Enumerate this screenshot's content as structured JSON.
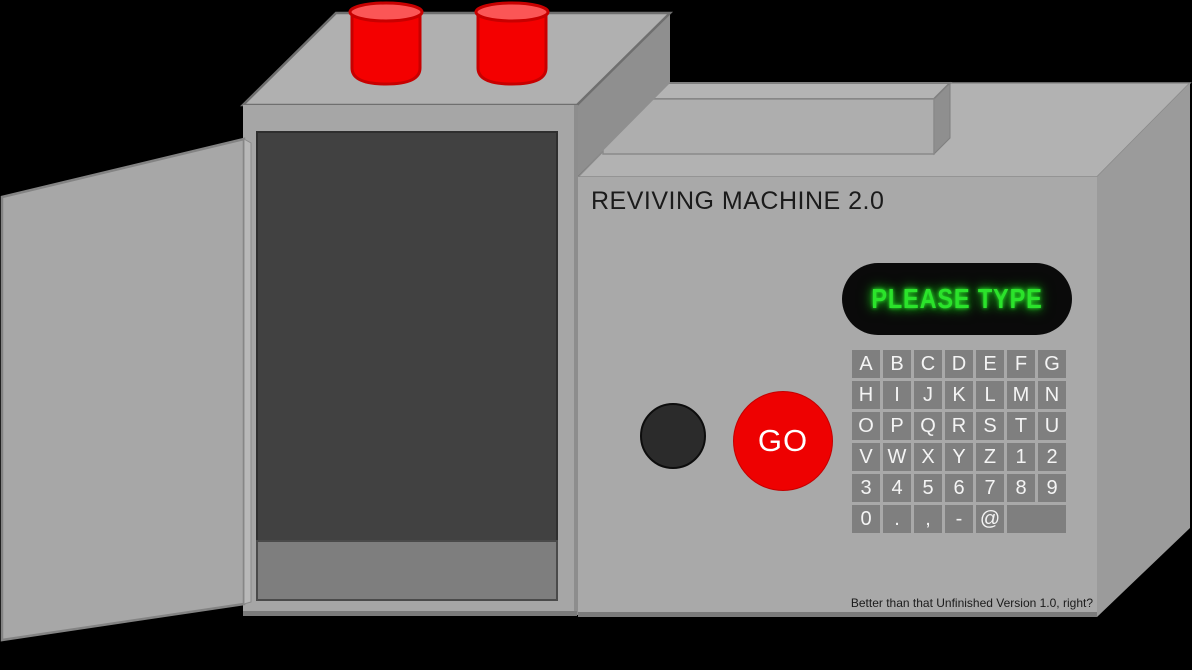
{
  "machine": {
    "title": "REVIVING MACHINE 2.0",
    "display_text": "PLEASE TYPE",
    "go_button_label": "GO",
    "caption": "Better than that Unfinished Version 1.0, right?",
    "keyboard": {
      "rows": [
        [
          "A",
          "B",
          "C",
          "D",
          "E",
          "F",
          "G"
        ],
        [
          "H",
          "I",
          "J",
          "K",
          "L",
          "M",
          "N"
        ],
        [
          "O",
          "P",
          "Q",
          "R",
          "S",
          "T",
          "U"
        ],
        [
          "V",
          "W",
          "X",
          "Y",
          "Z",
          "1",
          "2"
        ],
        [
          "3",
          "4",
          "5",
          "6",
          "7",
          "8",
          "9"
        ],
        [
          "0",
          ".",
          ",",
          "-",
          "@",
          ""
        ]
      ]
    },
    "colors": {
      "body_gray": "#a7a7a7",
      "top_gray": "#b2b2b2",
      "side_gray": "#949494",
      "chamber_dark": "#414141",
      "chamber_floor": "#7e7e7e",
      "key_gray": "#7f7f7f",
      "cylinder_red": "#f40000",
      "cylinder_top_red": "#fb5656",
      "go_red": "#ee0101",
      "knob_black": "#2b2b2b",
      "display_black": "#0a0a0a",
      "display_green": "#2be32b",
      "background": "#000000"
    }
  }
}
